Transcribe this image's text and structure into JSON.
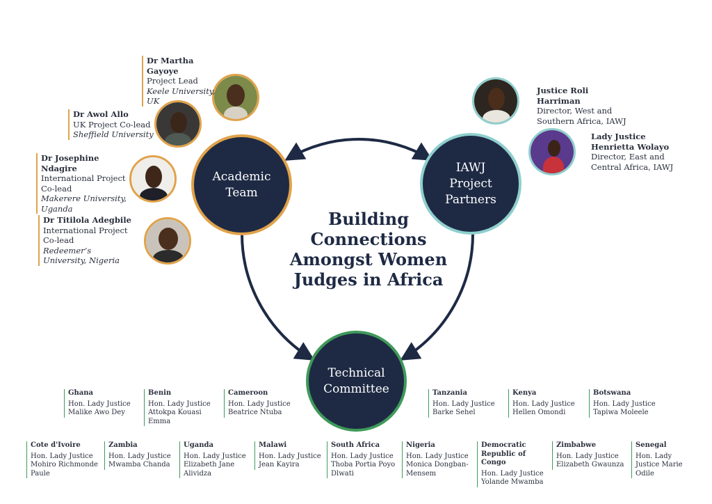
{
  "title_lines": [
    "Building",
    "Connections",
    "Amongst Women",
    "Judges in Africa"
  ],
  "nodes": {
    "academic": [
      "Academic",
      "Team"
    ],
    "iawj": [
      "IAWJ",
      "Project",
      "Partners"
    ],
    "technical": [
      "Technical",
      "Committee"
    ]
  },
  "colors": {
    "navy": "#1e2a44",
    "orange": "#e0a24a",
    "teal": "#8fcfcd",
    "green": "#3f9a5a"
  },
  "academic_team": [
    {
      "name": "Dr Martha Gayoye",
      "role": "Project Lead",
      "affiliation": "Keele University, UK"
    },
    {
      "name": "Dr Awol Allo",
      "role": "UK Project Co-lead",
      "affiliation": "Sheffield University"
    },
    {
      "name": "Dr Josephine Ndagire",
      "role": "International Project Co-lead",
      "affiliation": "Makerere University, Uganda"
    },
    {
      "name": "Dr Titilola Adegbile",
      "role": "International Project Co-lead",
      "affiliation": "Redeemer’s University, Nigeria"
    }
  ],
  "iawj_partners": [
    {
      "name": "Justice Roli Harriman",
      "role": "Director, West and Southern Africa, IAWJ"
    },
    {
      "name": "Lady Justice Henrietta Wolayo",
      "role": "Director, East and Central Africa, IAWJ"
    }
  ],
  "countries_row1": [
    {
      "country": "Ghana",
      "judge": "Hon. Lady Justice Malike Awo Dey"
    },
    {
      "country": "Benin",
      "judge": "Hon. Lady Justice Attokpa Kouasi Emma"
    },
    {
      "country": "Cameroon",
      "judge": "Hon. Lady Justice Beatrice Ntuba"
    },
    {
      "country": "Tanzania",
      "judge": "Hon. Lady Justice Barke Sehel"
    },
    {
      "country": "Kenya",
      "judge": "Hon. Lady Justice Hellen Omondi"
    },
    {
      "country": "Botswana",
      "judge": "Hon. Lady Justice Tapiwa Moleele"
    }
  ],
  "countries_row2": [
    {
      "country": "Cote d'Ivoire",
      "judge": "Hon. Lady Justice Mohiro Richmonde Paule"
    },
    {
      "country": "Zambia",
      "judge": "Hon. Lady Justice Mwamba Chanda"
    },
    {
      "country": "Uganda",
      "judge": "Hon. Lady Justice Elizabeth Jane Alividza"
    },
    {
      "country": "Malawi",
      "judge": "Hon. Lady Justice Jean Kayira"
    },
    {
      "country": "South Africa",
      "judge": "Hon. Lady Justice Thoba Portia Poyo Dlwati"
    },
    {
      "country": "Nigeria",
      "judge": "Hon. Lady Justice Monica Dongban-Mensem"
    },
    {
      "country": "Democratic Republic of Congo",
      "judge": "Hon. Lady  Justice Yolande Mwamba"
    },
    {
      "country": "Zimbabwe",
      "judge": "Hon. Lady Justice Elizabeth Gwaunza"
    },
    {
      "country": "Senegal",
      "judge": "Hon. Lady Justice Marie Odile"
    }
  ]
}
